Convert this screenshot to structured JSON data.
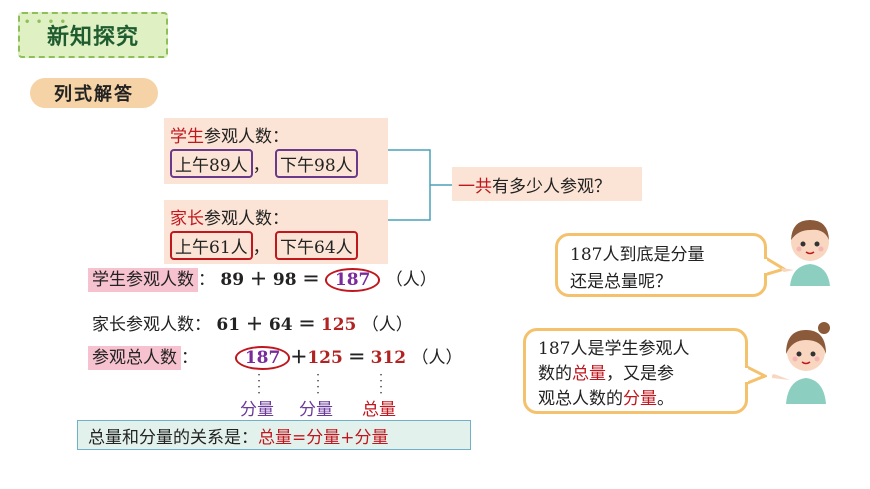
{
  "header": {
    "title": "新知探究",
    "subtitle": "列式解答"
  },
  "info": {
    "students_label": "学生",
    "students_suffix": "参观人数：",
    "students_am": "上午89人",
    "students_sep": "，",
    "students_pm": "下午98人",
    "parents_label": "家长",
    "parents_suffix": "参观人数：",
    "parents_am": "上午61人",
    "parents_sep": "，",
    "parents_pm": "下午64人",
    "question_lead": "一共",
    "question_rest": "有多少人参观？"
  },
  "equations": {
    "eq1_label": "学生参观人数",
    "eq1_colon": "：",
    "eq1_expr": "89 ＋ 98 ＝",
    "eq1_result": "187",
    "eq1_unit": "（人）",
    "eq2_label": "家长参观人数",
    "eq2_colon": "：",
    "eq2_expr": "61 ＋ 64 ＝",
    "eq2_result": "125",
    "eq2_unit": "（人）",
    "eq3_label": "参观总人数",
    "eq3_colon": "：",
    "eq3_a": "187",
    "eq3_plus": "＋",
    "eq3_b": "125",
    "eq3_eq": "＝",
    "eq3_result": "312",
    "eq3_unit": "（人）"
  },
  "labels": {
    "part1": "分量",
    "part2": "分量",
    "total": "总量"
  },
  "relation": {
    "lead": "总量和分量的关系是：",
    "formula": "总量=分量+分量"
  },
  "bubble1": {
    "line1": "187人到底是分量",
    "line2": "还是总量呢？"
  },
  "bubble2": {
    "l1": "187人是学生参观人",
    "l2a": "数的",
    "l2b": "总量",
    "l2c": "，又是参",
    "l3a": "观总人数的",
    "l3b": "分量",
    "l3c": "。"
  },
  "colors": {
    "accent_red": "#c0171e",
    "peach": "#fbe4d5",
    "purple": "#6a3a8a",
    "green": "#1f5d30"
  }
}
